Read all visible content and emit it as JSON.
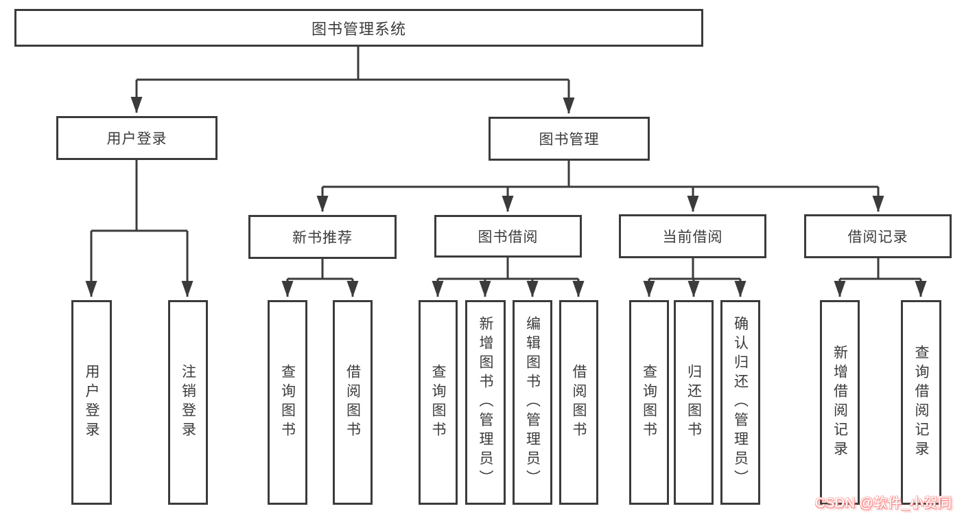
{
  "nodes": {
    "root": "图书管理系统",
    "user_login": "用户登录",
    "book_mgmt": "图书管理",
    "new_book_rec": "新书推荐",
    "book_borrow": "图书借阅",
    "current_borrow": "当前借阅",
    "borrow_record": "借阅记录",
    "leaf_user_login": "用户登录",
    "leaf_logout": "注销登录",
    "leaf_query_book_rec": "查询图书",
    "leaf_borrow_book_rec": "借阅图书",
    "leaf_query_book_borrow": "查询图书",
    "leaf_add_book": "新增图书（管理员）",
    "leaf_edit_book": "编辑图书（管理员）",
    "leaf_borrow_book_borrow": "借阅图书",
    "leaf_query_book_current": "查询图书",
    "leaf_return_book": "归还图书",
    "leaf_confirm_return": "确认归还（管理员）",
    "leaf_add_borrow_record": "新增借阅记录",
    "leaf_query_borrow_record": "查询借阅记录"
  },
  "watermark": "CSDN @软件_小贺同学",
  "colors": {
    "line": "#3b3b3b",
    "text": "#3b3b3b",
    "box_bg": "#ffffff",
    "watermark_text": "#ffffff",
    "watermark_glow": "#fa8a8a"
  }
}
